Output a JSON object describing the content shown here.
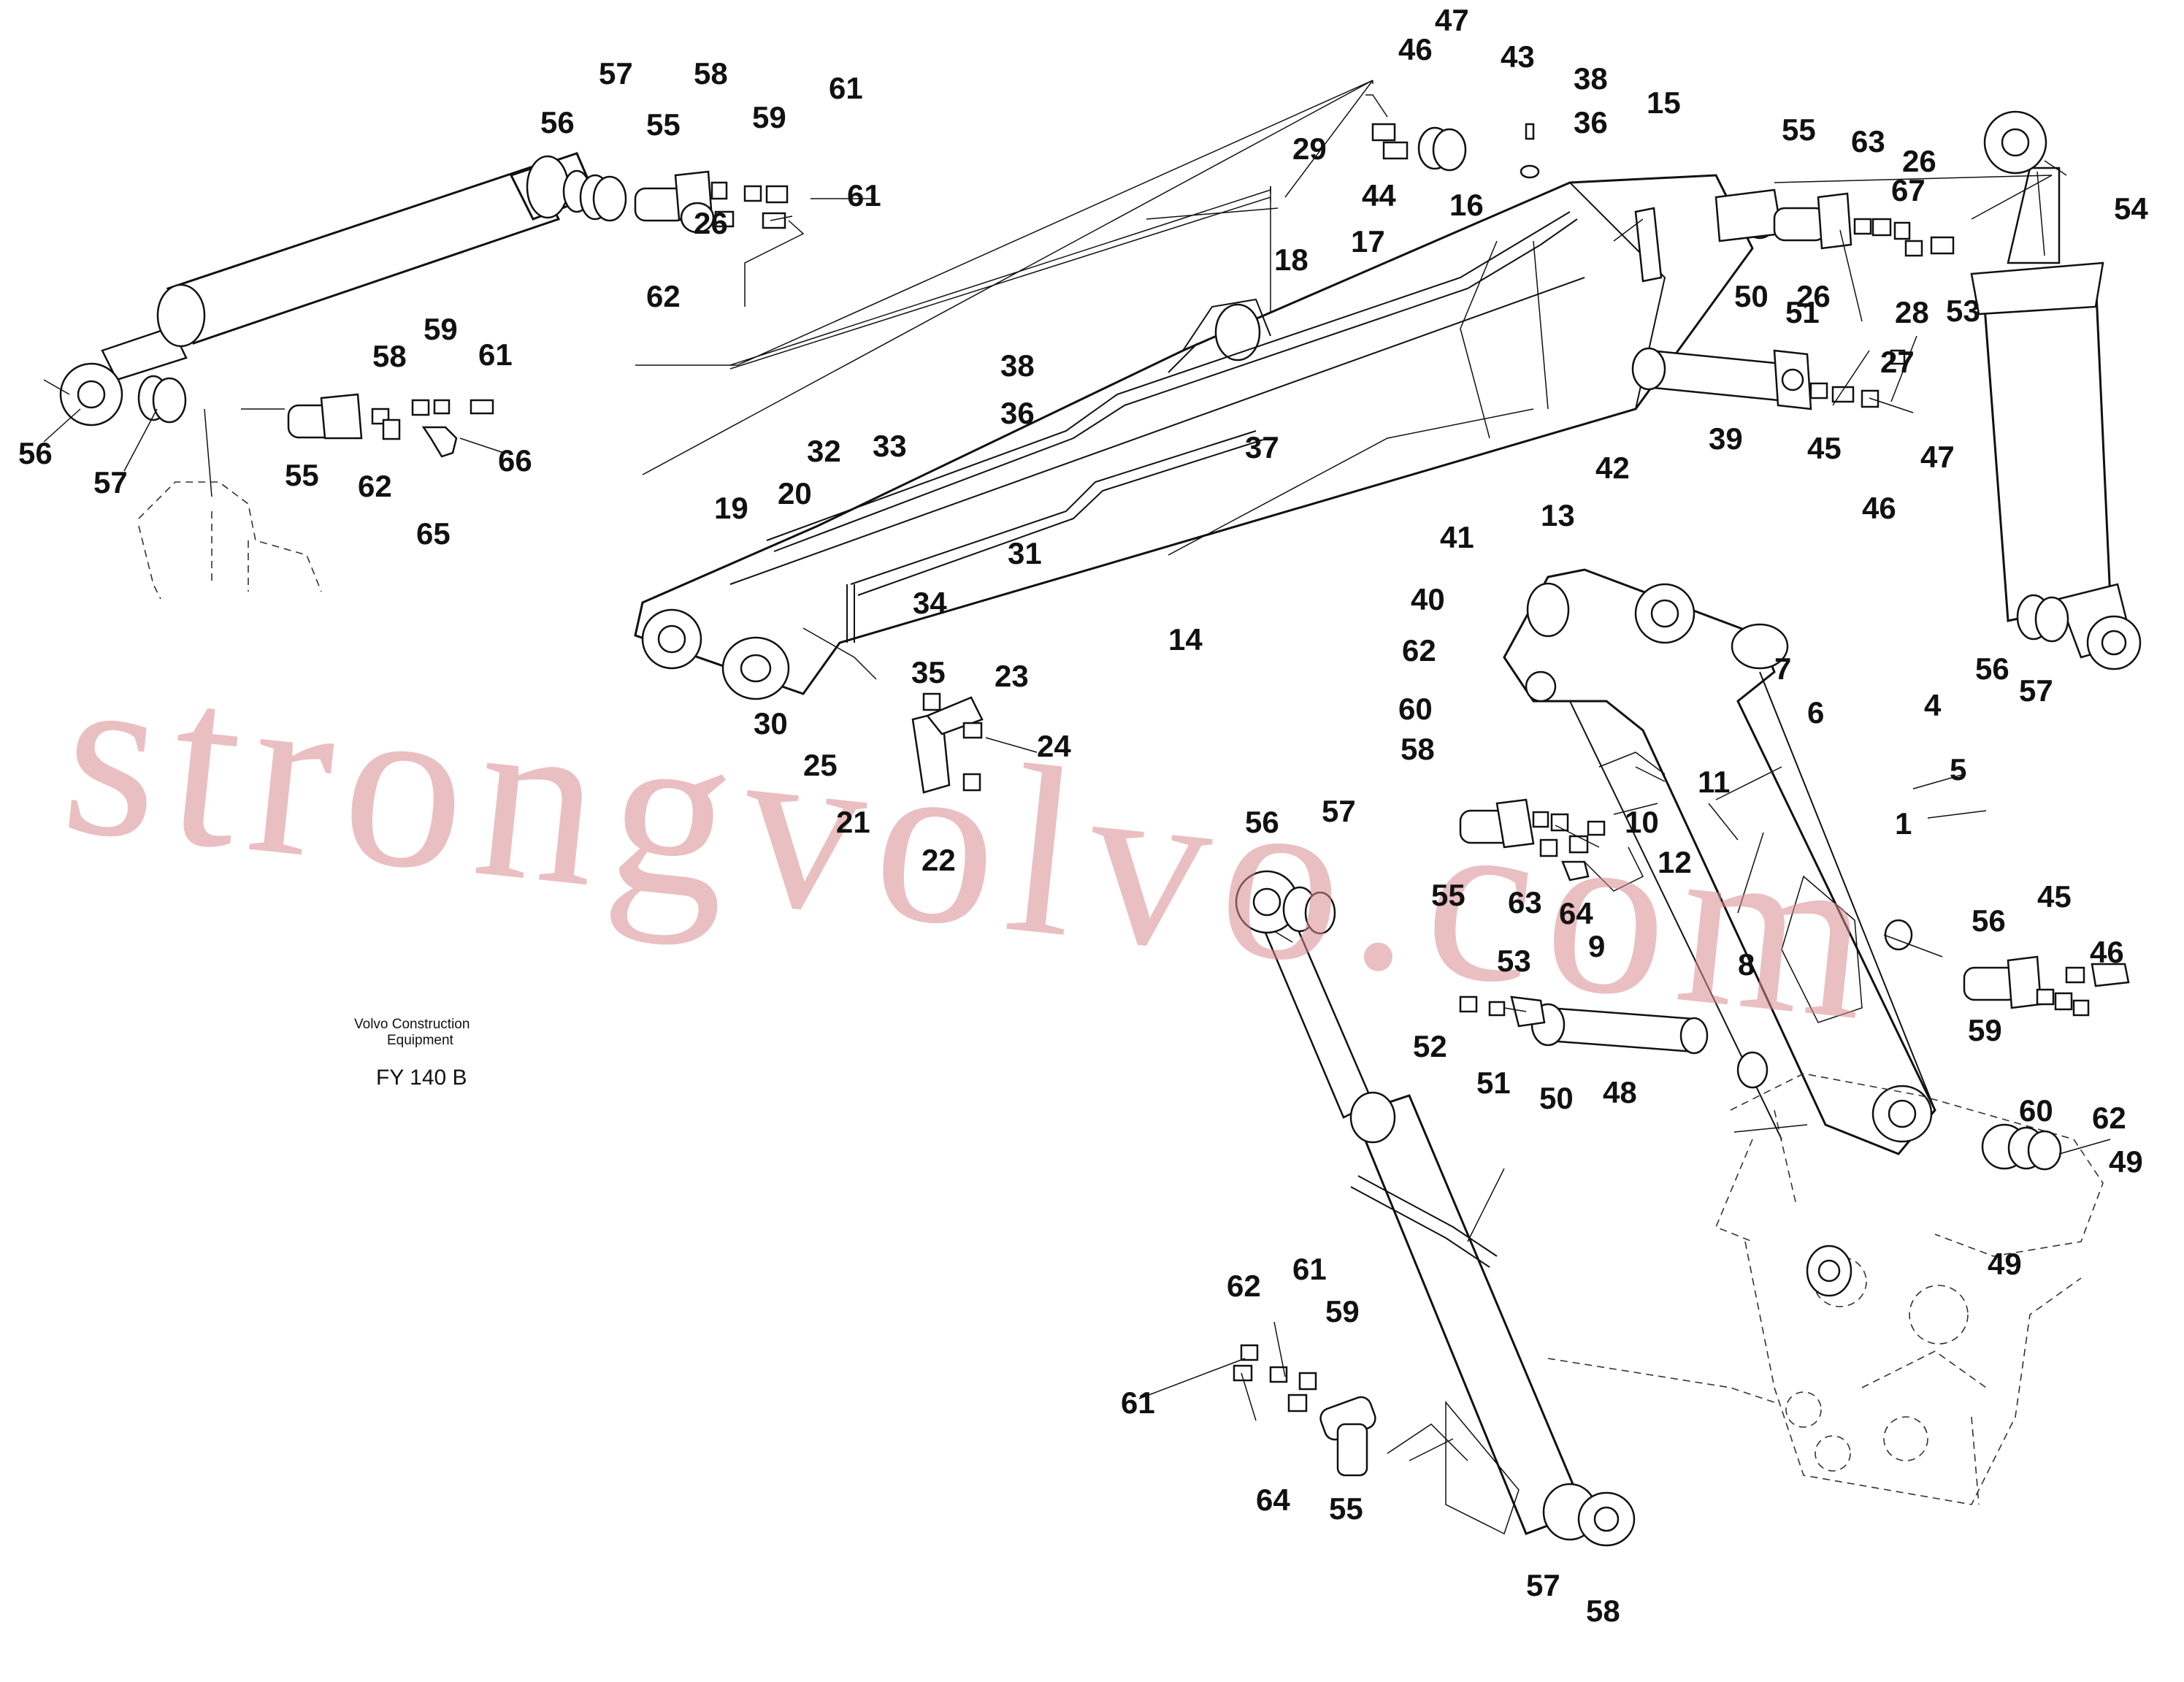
{
  "caption": {
    "brand_line1": "Volvo Construction",
    "brand_line2": "Equipment",
    "figure_code": "FY 140 B"
  },
  "watermark": "strongvolvo.com",
  "labels": [
    "1",
    "4",
    "5",
    "6",
    "7",
    "8",
    "9",
    "10",
    "11",
    "12",
    "13",
    "14",
    "15",
    "16",
    "17",
    "18",
    "19",
    "20",
    "21",
    "22",
    "23",
    "24",
    "25",
    "26",
    "26",
    "26",
    "27",
    "28",
    "29",
    "30",
    "31",
    "32",
    "33",
    "34",
    "35",
    "36",
    "36",
    "37",
    "38",
    "38",
    "39",
    "40",
    "41",
    "42",
    "43",
    "44",
    "45",
    "45",
    "46",
    "46",
    "46",
    "47",
    "47",
    "48",
    "49",
    "49",
    "50",
    "50",
    "51",
    "51",
    "52",
    "53",
    "53",
    "54",
    "55",
    "55",
    "55",
    "55",
    "55",
    "56",
    "56",
    "56",
    "56",
    "56",
    "57",
    "57",
    "57",
    "57",
    "57",
    "58",
    "58",
    "58",
    "58",
    "59",
    "59",
    "59",
    "59",
    "60",
    "60",
    "61",
    "61",
    "61",
    "61",
    "61",
    "62",
    "62",
    "62",
    "62",
    "62",
    "63",
    "63",
    "64",
    "64",
    "65",
    "66",
    "67"
  ]
}
